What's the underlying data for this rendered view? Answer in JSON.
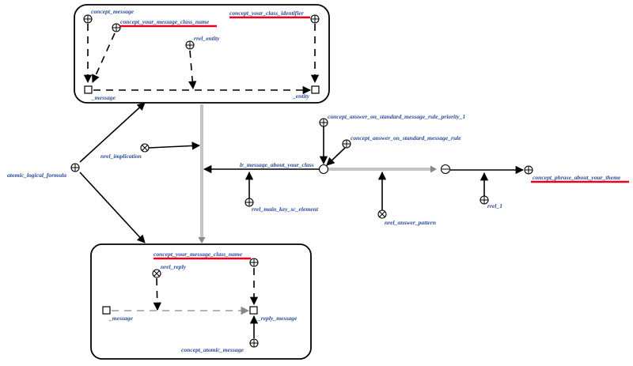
{
  "labels": {
    "concept_message": "concept_message",
    "concept_your_message_class_name": "concept_your_message_class_name",
    "concept_your_class_identifier": "concept_your_class_identifier",
    "rrel_entity": "rrel_entity",
    "message": "_message",
    "entity": "_entity",
    "concept_answer_priority": "concept_answer_on_standard_message_rule_priority_1",
    "concept_answer_rule": "concept_answer_on_standard_message_rule",
    "nrel_implication": "nrel_implication",
    "atomic_logical_formula": "atomic_logical_formula",
    "lr_message_about_your_class": "lr_message_about_your_class",
    "rrel_main_key_sc_element": "rrel_main_key_sc_element",
    "nrel_answer_pattern": "nrel_answer_pattern",
    "rrel_1": "rrel_1",
    "concept_phrase_about_your_theme": "concept_phrase_about_your_theme",
    "concept_your_message_class_name_2": "concept_your_message_class_name",
    "nrel_reply": "nrel_reply",
    "message_2": "_message",
    "reply_message": "_reply_message",
    "concept_atomic_message": "concept_atomic_message"
  }
}
